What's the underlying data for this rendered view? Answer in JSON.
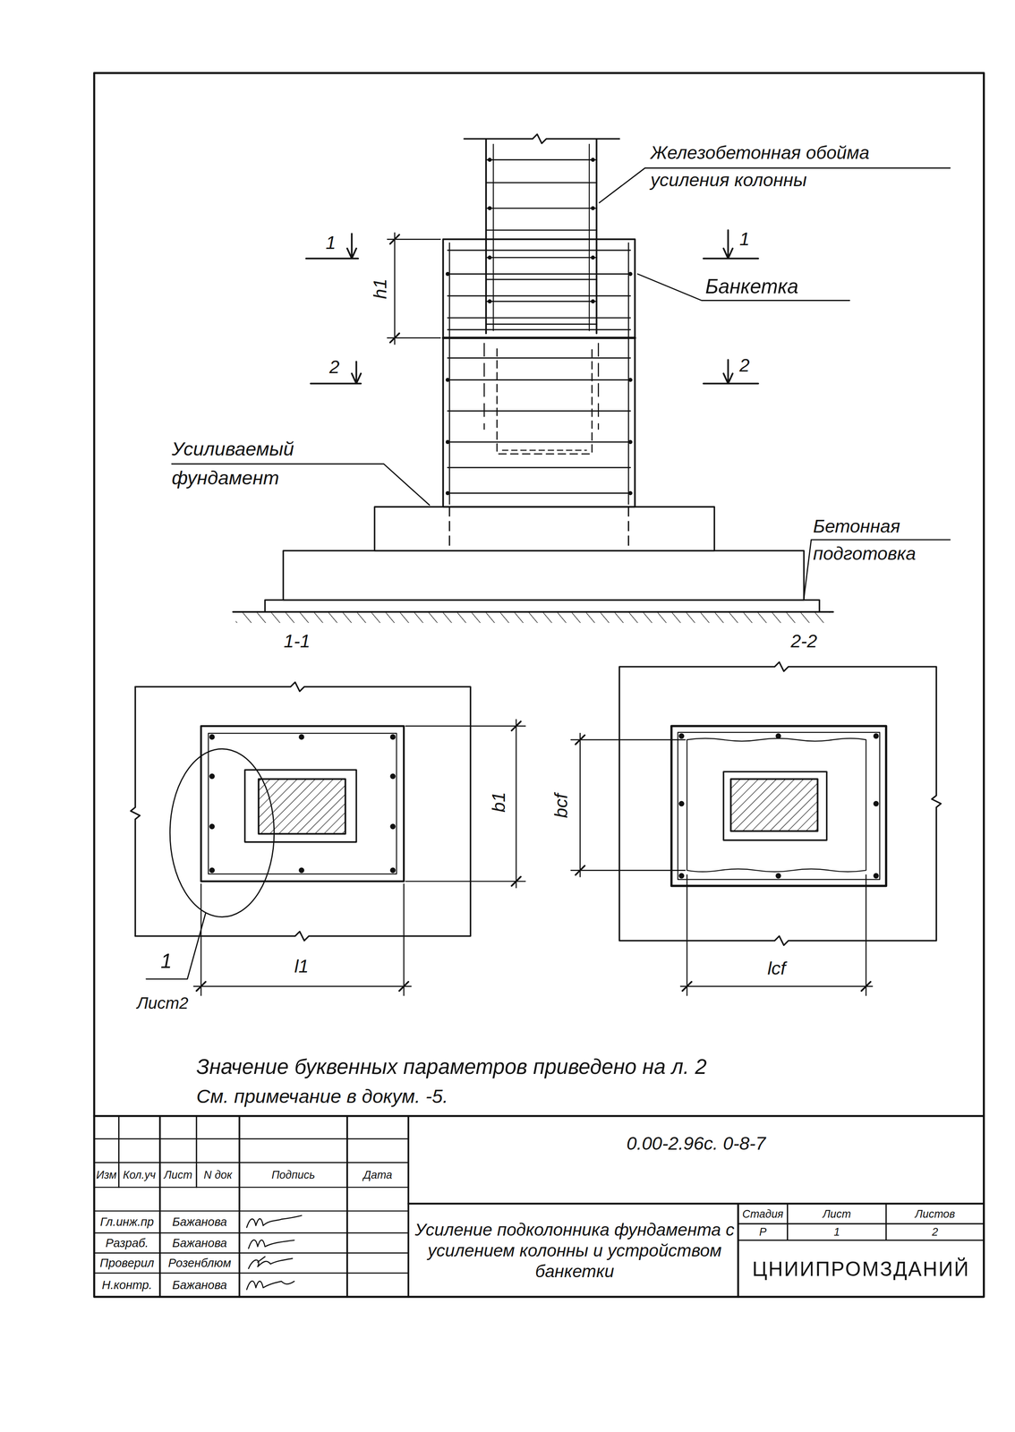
{
  "diagram": {
    "labels": [
      "Железобетонная обойма усиления колонны",
      "1",
      "1",
      "h1",
      "Банкетка",
      "2",
      "2",
      "Усиливаемый фундамент",
      "Бетонная подготовка",
      "1-1",
      "2-2",
      "b1",
      "bcf",
      "1",
      "Лист2",
      "l1",
      "lcf",
      "Значение буквенных параметров приведено на л. 2",
      "См. примечание в докум. -5.",
      "0.00-2.96с. 0-8-7",
      "Изм",
      "Кол.уч",
      "Лист",
      "N док",
      "Подпись",
      "Дата",
      "Гл.инж.пр",
      "Бажанова",
      "Разраб.",
      "Бажанова",
      "Проверил",
      "Розенблюм",
      "Н.контр.",
      "Бажанова",
      "Усиление подколонника фундамента с усилением колонны и устройством банкетки",
      "Стадия",
      "Лист",
      "Листов",
      "Р",
      "1",
      "2",
      "ЦНИИПРОМЗДАНИЙ"
    ]
  }
}
